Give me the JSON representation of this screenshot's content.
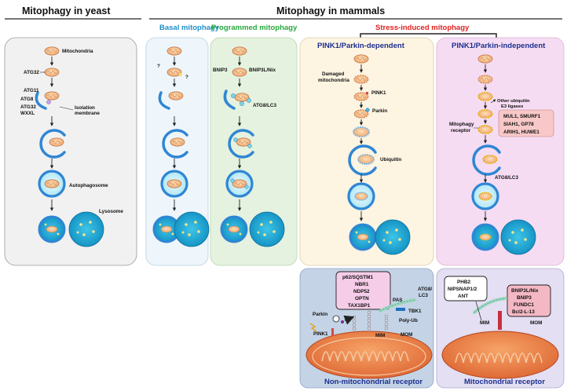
{
  "headers": {
    "yeast": "Mitophagy in yeast",
    "mammals": "Mitophagy in mammals"
  },
  "columns": {
    "basal": "Basal mitophagy",
    "programmed": "Programmed mitophagy",
    "stress": "Stress-induced mitophagy",
    "pink_dep": "PINK1/Parkin-dependent",
    "pink_indep": "PINK1/Parkin-independent"
  },
  "yeast_labels": {
    "mitochondria": "Mitochondria",
    "atg32_top": "ATG32",
    "atg11": "ATG11",
    "atg8": "ATG8",
    "atg32": "ATG32",
    "wxxl": "WXXL",
    "isolation1": "Isolation",
    "isolation2": "membrane",
    "autophagosome": "Autophagosome",
    "lysosome": "Lysosome"
  },
  "basal_labels": {
    "q1": "?",
    "q2": "?"
  },
  "programmed_labels": {
    "bnip3": "BNIP3",
    "bnip3l": "BNIP3L/Nix",
    "atg8lc3": "ATG8/LC3"
  },
  "dep_labels": {
    "damaged1": "Damaged",
    "damaged2": "mitochondria",
    "pink1": "PINK1",
    "parkin": "Parkin",
    "ubiquitin": "Ubiquitin"
  },
  "indep_labels": {
    "other1": "Other ubiquitin",
    "other2": "E3 ligases",
    "ligases": [
      "MUL1, SMURF1",
      "SIAH1, GP78",
      "ARIH1, HUWE1"
    ],
    "receptor1": "Mitophagy",
    "receptor2": "receptor",
    "atg8lc3": "ATG8/LC3"
  },
  "nonmito": {
    "receptors": [
      "p62/SQSTM1",
      "NBR1",
      "NDP52",
      "OPTN",
      "TAX1BP1"
    ],
    "pas": "PAS",
    "atg8": "ATG8/",
    "lc3": "LC3",
    "tbk1": "TBK1",
    "polyub": "Poly-Ub",
    "parkin": "Parkin",
    "pink1": "PINK1",
    "mim": "MIM",
    "mom": "MOM",
    "title": "Non-mitochondrial receptor"
  },
  "mito": {
    "left_box": [
      "PHB2",
      "NIPSNAP1/2",
      "ANT"
    ],
    "right_box": [
      "BNIP3L/Nix",
      "BNIP3",
      "FUNDC1",
      "Bcl2-L-13"
    ],
    "mim": "MIM",
    "mom": "MOM",
    "title": "Mitochondrial receptor"
  },
  "colors": {
    "yeast_bg": "#f1f1f1",
    "basal_bg": "#eef6fb",
    "programmed_bg": "#e5f2df",
    "dep_bg": "#fdf4e2",
    "indep_bg": "#f6dcf3",
    "nonmito_bg": "#c4d3e6",
    "mito_bg": "#e4dff2",
    "basal_title": "#1f8fc8",
    "programmed_title": "#28a83e",
    "stress_title": "#e02020",
    "pink_title": "#1c2f8f",
    "phagophore": "#2f86d4",
    "mito_fill": "#f4a876",
    "lysosome": "#1fa8d4"
  }
}
